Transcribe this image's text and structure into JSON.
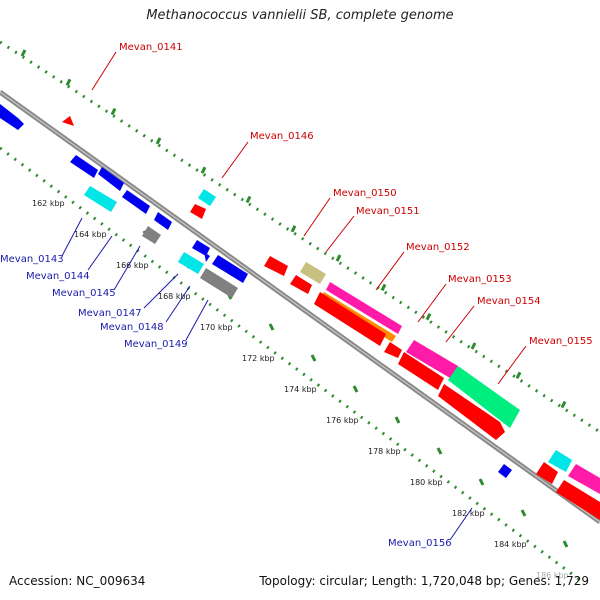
{
  "title": "Methanococcus vannielii SB, complete genome",
  "footer": {
    "accession": "Accession: NC_009634",
    "stats": "Topology: circular; Length: 1,720,048 bp; Genes: 1,729"
  },
  "colors": {
    "backbone": "#8a8a8a",
    "ruler_dots": "#2e8b2e",
    "label_red": "#cc0000",
    "label_blue": "#1a1aaa",
    "red": "#ff0000",
    "blue": "#0000ee",
    "cyan": "#00e6e6",
    "gray": "#808080",
    "khaki": "#c8c080",
    "magenta": "#ff1aa8",
    "orange": "#ff8c00",
    "springgreen": "#00ee80"
  },
  "ruler_ticks": [
    "162 kbp",
    "164 kbp",
    "166 kbp",
    "168 kbp",
    "170 kbp",
    "172 kbp",
    "174 kbp",
    "176 kbp",
    "178 kbp",
    "180 kbp",
    "182 kbp",
    "184 kbp",
    "186 kbp"
  ],
  "gene_labels_forward": [
    "Mevan_0141",
    "Mevan_0146",
    "Mevan_0150",
    "Mevan_0151",
    "Mevan_0152",
    "Mevan_0153",
    "Mevan_0154",
    "Mevan_0155"
  ],
  "gene_labels_reverse": [
    "Mevan_0143",
    "Mevan_0144",
    "Mevan_0145",
    "Mevan_0147",
    "Mevan_0148",
    "Mevan_0149",
    "Mevan_0156"
  ]
}
